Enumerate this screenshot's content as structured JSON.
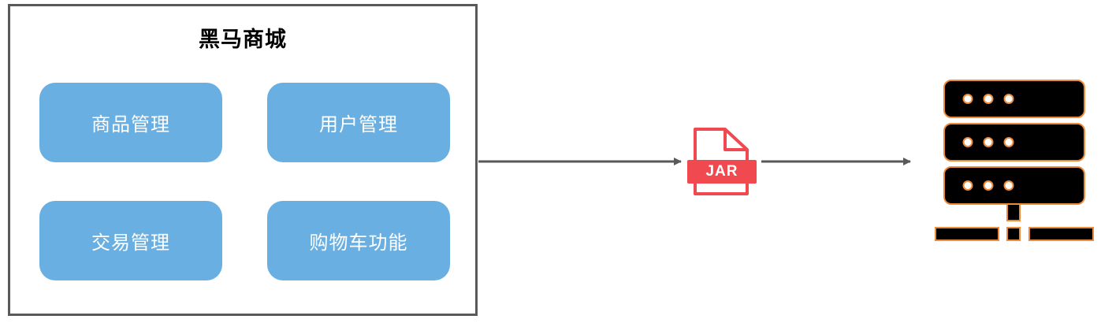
{
  "system": {
    "title": "黑马商城",
    "modules": [
      {
        "label": "商品管理"
      },
      {
        "label": "用户管理"
      },
      {
        "label": "交易管理"
      },
      {
        "label": "购物车功能"
      }
    ]
  },
  "artifact": {
    "label": "JAR",
    "icon": "jar-file-icon",
    "color": "#f0494f"
  },
  "target": {
    "icon": "server-icon",
    "fill": "#000000",
    "outline": "#ee8b3b"
  },
  "colors": {
    "module_fill": "#6aafe2",
    "border": "#595959",
    "arrow": "#595959"
  }
}
